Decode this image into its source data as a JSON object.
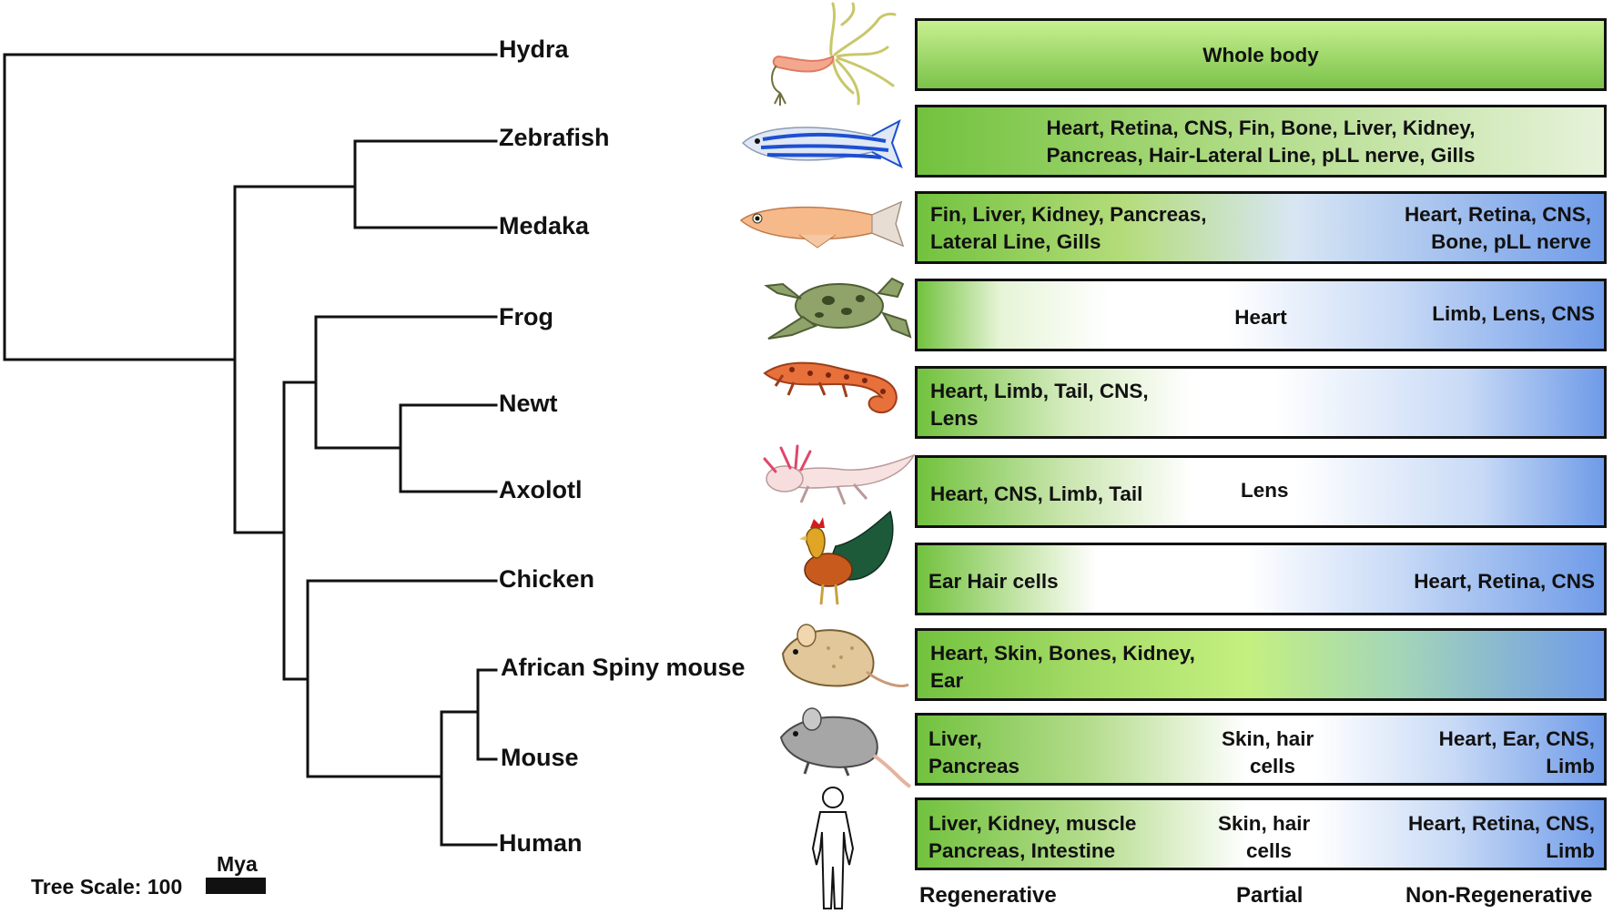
{
  "taxa": [
    {
      "name": "Hydra"
    },
    {
      "name": "Zebrafish"
    },
    {
      "name": "Medaka"
    },
    {
      "name": "Frog"
    },
    {
      "name": "Newt"
    },
    {
      "name": "Axolotl"
    },
    {
      "name": "Chicken"
    },
    {
      "name": "African Spiny mouse"
    },
    {
      "name": "Mouse"
    },
    {
      "name": "Human"
    }
  ],
  "bars": {
    "hydra": {
      "center": "Whole body"
    },
    "zebrafish": {
      "center_1": "Heart, Retina, CNS, Fin, Bone, Liver, Kidney,",
      "center_2": "Pancreas, Hair-Lateral Line, pLL nerve, Gills"
    },
    "medaka": {
      "left_1": "Fin, Liver, Kidney, Pancreas,",
      "left_2": "Lateral Line,  Gills",
      "right_1": "Heart, Retina, CNS,",
      "right_2": "Bone, pLL nerve"
    },
    "frog": {
      "mid": "Heart",
      "right": "Limb, Lens, CNS"
    },
    "newt": {
      "left_1": "Heart, Limb, Tail, CNS,",
      "left_2": "Lens"
    },
    "axolotl": {
      "left": "Heart, CNS, Limb, Tail",
      "mid": "Lens"
    },
    "chicken": {
      "left": "Ear Hair cells",
      "right": "Heart, Retina, CNS"
    },
    "spiny_mouse": {
      "left_1": "Heart, Skin, Bones, Kidney,",
      "left_2": "Ear"
    },
    "mouse": {
      "left_1": "Liver,",
      "left_2": "Pancreas",
      "mid_1": "Skin, hair",
      "mid_2": "cells",
      "right_1": "Heart, Ear, CNS,",
      "right_2": "Limb"
    },
    "human": {
      "left_1": "Liver, Kidney, muscle",
      "left_2": "Pancreas, Intestine",
      "mid_1": "Skin, hair",
      "mid_2": "cells",
      "right_1": "Heart, Retina, CNS,",
      "right_2": "Limb"
    }
  },
  "legend": {
    "regenerative": "Regenerative",
    "partial": "Partial",
    "non_regenerative": "Non-Regenerative"
  },
  "scale": {
    "label": "Tree Scale: 100",
    "unit": "Mya"
  },
  "colors": {
    "regenerative": "#72c23e",
    "partial": "#ffffff",
    "non_regenerative": "#6f9be8",
    "light_green": "#b7f06a"
  }
}
